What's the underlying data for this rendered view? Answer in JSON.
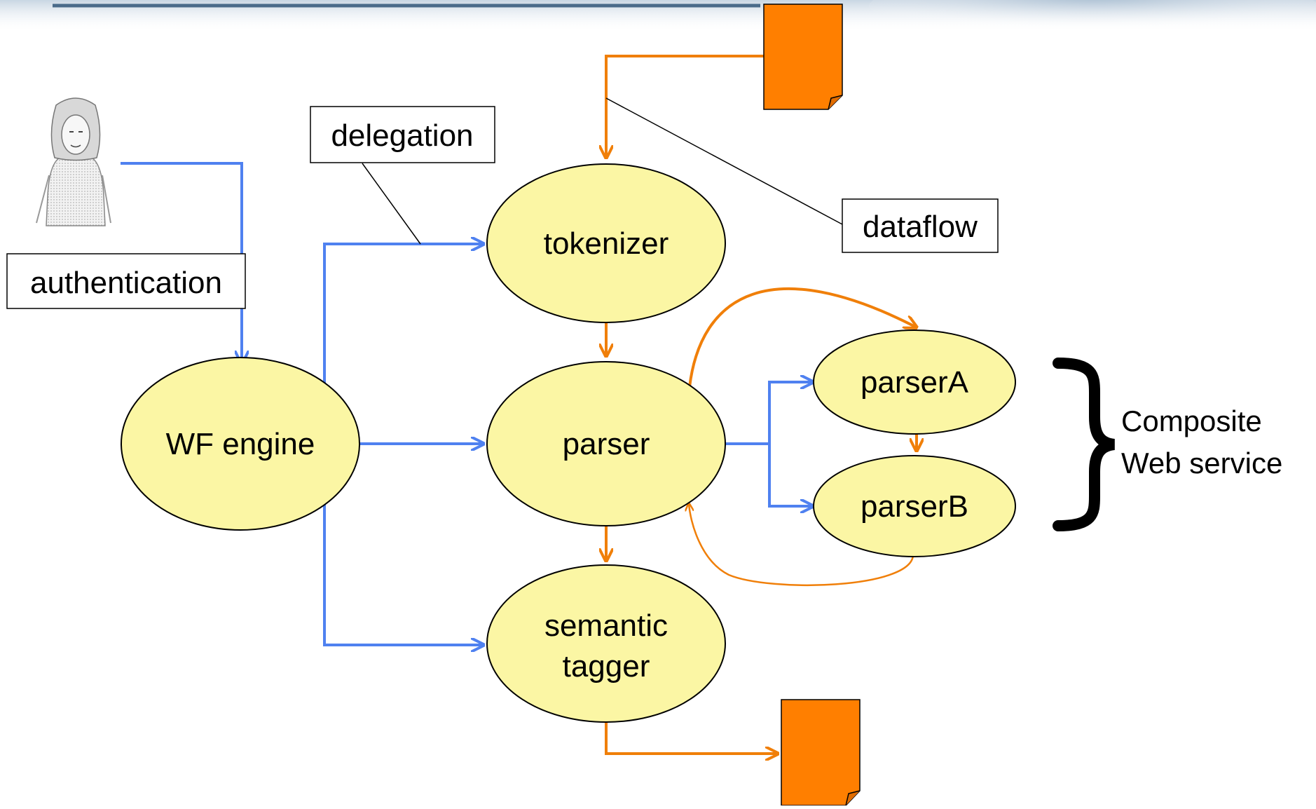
{
  "nodes": {
    "wf_engine": "WF engine",
    "tokenizer": "tokenizer",
    "parser": "parser",
    "semantic_tagger_line1": "semantic",
    "semantic_tagger_line2": "tagger",
    "parserA": "parserA",
    "parserB": "parserB"
  },
  "labels": {
    "authentication": "authentication",
    "delegation": "delegation",
    "dataflow": "dataflow",
    "composite_line1": "Composite",
    "composite_line2": "Web service"
  },
  "colors": {
    "delegation_edge": "#4f81f0",
    "dataflow_edge": "#f07f09",
    "node_fill": "#fbf6a4",
    "document_fill": "#ff7f00",
    "header_rule": "#4a6b8a"
  },
  "icons": {
    "user": "user-figure-icon",
    "input_document": "document-icon",
    "output_document": "document-icon"
  }
}
